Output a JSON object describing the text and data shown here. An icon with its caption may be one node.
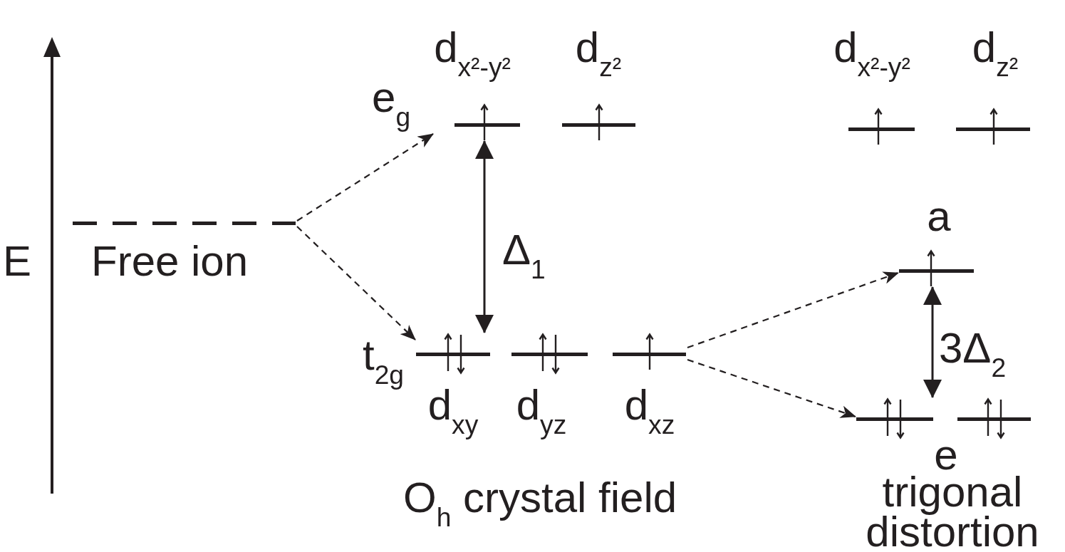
{
  "diagram": {
    "nodes": [
      {
        "text": [
          "Free ion"
        ]
      },
      {
        "text": [
          "d$_{x²-y²}$"
        ]
      },
      {
        "text": [
          "d$_{z²}$"
        ]
      },
      {
        "text": [
          "d$_{xy}$"
        ]
      },
      {
        "text": [
          "d$_{yz}$"
        ]
      },
      {
        "text": [
          "d$_{xz}$"
        ]
      },
      {
        "text": [
          "d$_{x²-y²}$"
        ]
      },
      {
        "text": [
          "d$_{z²}$"
        ]
      },
      {
        "text": [
          "a"
        ]
      },
      {
        "text": [],
        "shape": "bar"
      },
      {
        "text": [],
        "shape": "bar"
      }
    ],
    "edges": [
      {
        "from": 0,
        "to": 1,
        "arrow": "to",
        "style": "dashed"
      },
      {
        "from": 0,
        "to": 3,
        "arrow": "to",
        "style": "dashed"
      },
      {
        "from": 1,
        "to": 3,
        "arrow": "both",
        "label": "Δ$_{1}$"
      },
      {
        "from": 5,
        "to": 8,
        "arrow": "to",
        "style": "dashed"
      },
      {
        "from": 5,
        "to": 9,
        "arrow": "to",
        "style": "dashed"
      },
      {
        "from": 8,
        "to": 9,
        "arrow": "both",
        "label": "3Δ$_{2}$"
      }
    ],
    "labels": [
      "e$_{g}$",
      "E",
      "t$_{2g}$",
      "e",
      "O$_{h}$ crystal field",
      "trigonal distortion"
    ]
  }
}
